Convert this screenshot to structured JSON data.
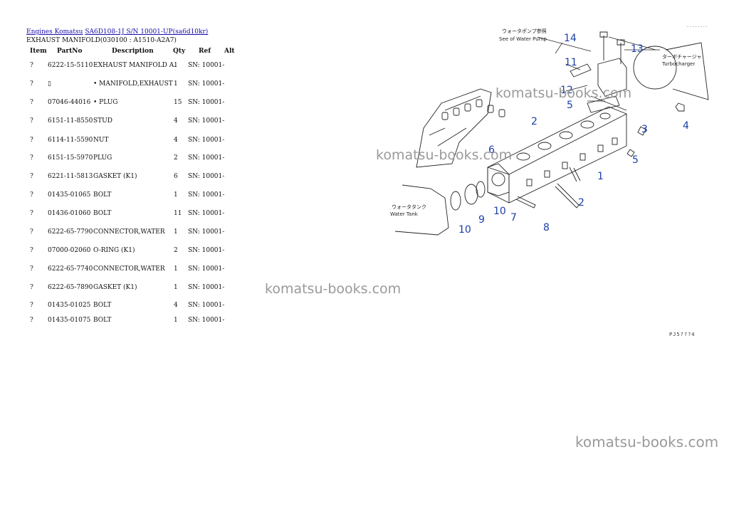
{
  "breadcrumb": {
    "link1": "Engines Komatsu",
    "link2": "SA6D108-1J S/N 10001-UP(sa6d10kr)"
  },
  "subtitle": "EXHAUST MANIFOLD(030100 : A1510-A2A7)",
  "table": {
    "headers": {
      "item": "Item",
      "partno": "PartNo",
      "description": "Description",
      "qty": "Qty",
      "ref": "Ref",
      "alt": "Alt"
    },
    "rows": [
      {
        "item": "?",
        "partno": "6222-15-5110",
        "description": "EXHAUST MANIFOLD A.",
        "qty": "1",
        "ref": "SN: 10001-"
      },
      {
        "item": "?",
        "partno": "▯",
        "description": "• MANIFOLD,EXHAUST",
        "qty": "1",
        "ref": "SN: 10001-"
      },
      {
        "item": "?",
        "partno": "07046-44016",
        "description": "• PLUG",
        "qty": "15",
        "ref": "SN: 10001-"
      },
      {
        "item": "?",
        "partno": "6151-11-8550",
        "description": "STUD",
        "qty": "4",
        "ref": "SN: 10001-"
      },
      {
        "item": "?",
        "partno": "6114-11-5590",
        "description": "NUT",
        "qty": "4",
        "ref": "SN: 10001-"
      },
      {
        "item": "?",
        "partno": "6151-15-5970",
        "description": "PLUG",
        "qty": "2",
        "ref": "SN: 10001-"
      },
      {
        "item": "?",
        "partno": "6221-11-5813",
        "description": "GASKET (K1)",
        "qty": "6",
        "ref": "SN: 10001-"
      },
      {
        "item": "?",
        "partno": "01435-01065",
        "description": "BOLT",
        "qty": "1",
        "ref": "SN: 10001-"
      },
      {
        "item": "?",
        "partno": "01436-01060",
        "description": "BOLT",
        "qty": "11",
        "ref": "SN: 10001-"
      },
      {
        "item": "?",
        "partno": "6222-65-7790",
        "description": "CONNECTOR,WATER",
        "qty": "1",
        "ref": "SN: 10001-"
      },
      {
        "item": "?",
        "partno": "07000-02060",
        "description": "O-RING (K1)",
        "qty": "2",
        "ref": "SN: 10001-"
      },
      {
        "item": "?",
        "partno": "6222-65-7740",
        "description": "CONNECTOR,WATER",
        "qty": "1",
        "ref": "SN: 10001-"
      },
      {
        "item": "?",
        "partno": "6222-65-7890",
        "description": "GASKET (K1)",
        "qty": "1",
        "ref": "SN: 10001-"
      },
      {
        "item": "?",
        "partno": "01435-01025",
        "description": "BOLT",
        "qty": "4",
        "ref": "SN: 10001-"
      },
      {
        "item": "?",
        "partno": "01435-01075",
        "description": "BOLT",
        "qty": "1",
        "ref": "SN: 10001-"
      }
    ]
  },
  "watermark": "komatsu-books.com",
  "diagram": {
    "callouts": [
      "14",
      "13",
      "11",
      "12",
      "5",
      "2",
      "4",
      "3",
      "6",
      "5",
      "1",
      "2",
      "10",
      "9",
      "7",
      "10",
      "8"
    ],
    "text_water_pump_jp": "ウォータポンプ参照",
    "text_water_pump": "See of Water Pump",
    "text_turbo_jp": "ターボチャージャ",
    "text_turbo": "Turbocharger",
    "text_tank_jp": "ウォータタンク",
    "text_tank": "Water Tank",
    "code": "PJ5???4",
    "corner_marks": "· · · · · · · ·"
  },
  "colors": {
    "link": "#1a0dab",
    "callout": "#1c3fa8",
    "watermark": "#9a9a9a"
  }
}
